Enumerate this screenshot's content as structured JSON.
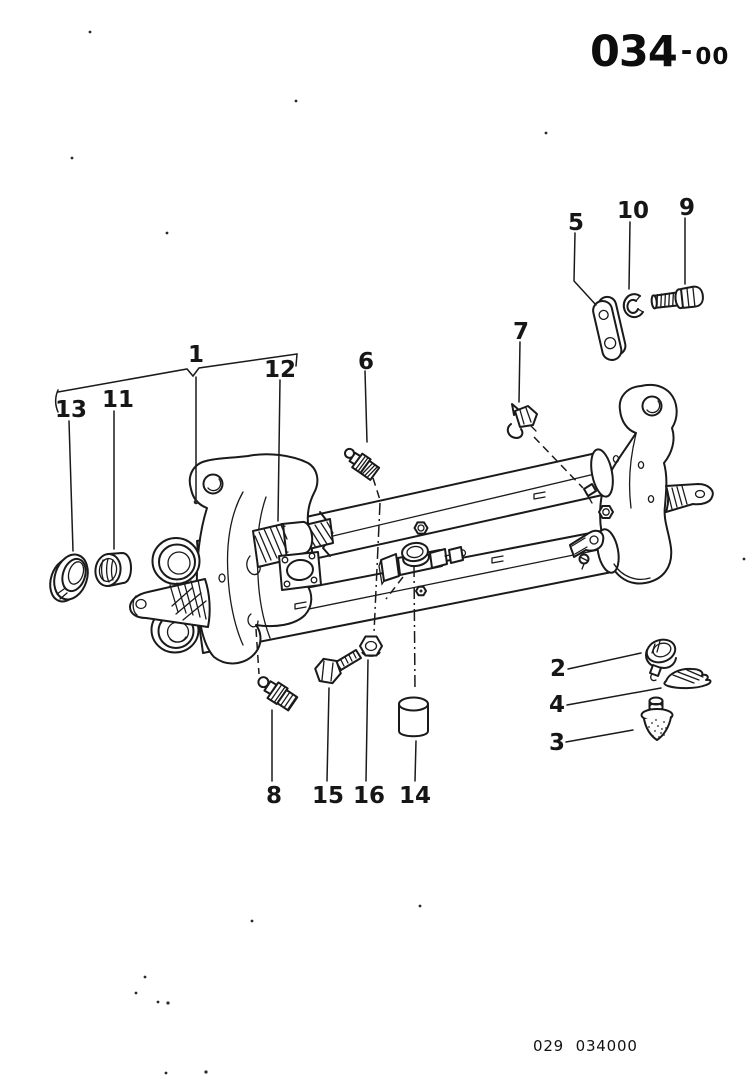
{
  "colors": {
    "ink": "#1a1a1a",
    "paper": "#ffffff"
  },
  "header": {
    "code_main": "034",
    "code_dash": "-",
    "code_suffix": "00"
  },
  "footer": {
    "drawing_number": "029 034000"
  },
  "diagram": {
    "labels": {
      "1": "1",
      "2": "2",
      "3": "3",
      "4": "4",
      "5": "5",
      "6": "6",
      "7": "7",
      "8": "8",
      "9": "9",
      "10": "10",
      "11": "11",
      "12": "12",
      "13": "13",
      "14": "14",
      "15": "15",
      "16": "16"
    }
  }
}
